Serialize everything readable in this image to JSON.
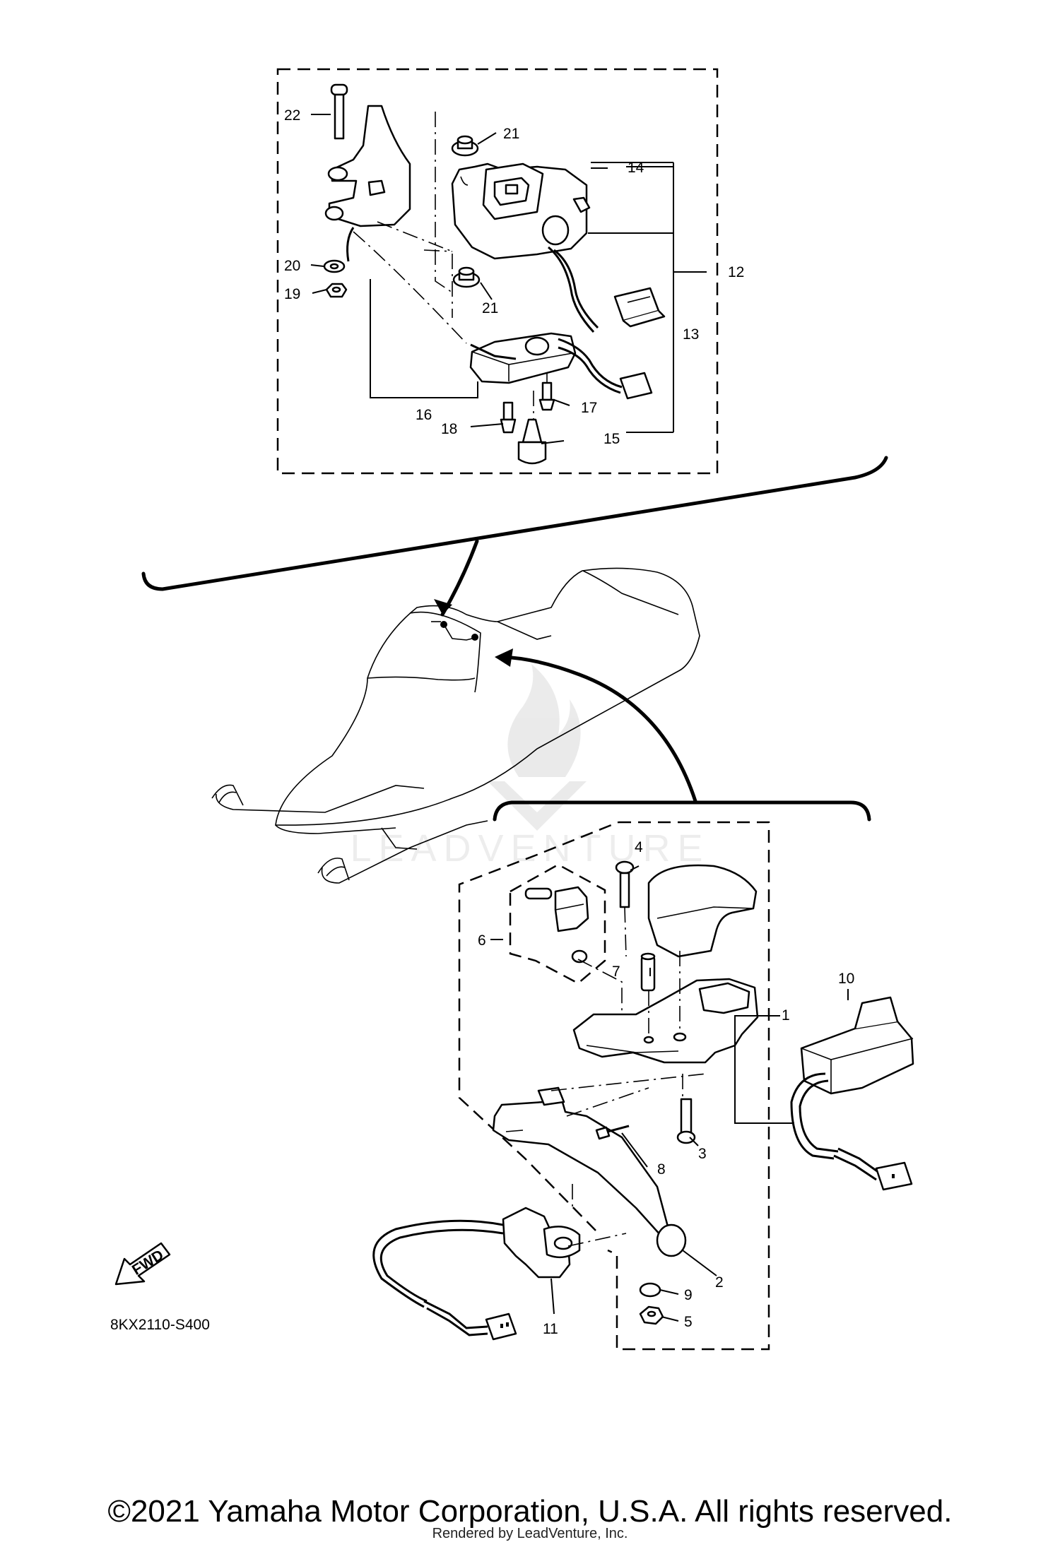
{
  "diagram": {
    "callouts": [
      {
        "id": "c1",
        "text": "1"
      },
      {
        "id": "c2",
        "text": "2"
      },
      {
        "id": "c3",
        "text": "3"
      },
      {
        "id": "c4",
        "text": "4"
      },
      {
        "id": "c5",
        "text": "5"
      },
      {
        "id": "c6",
        "text": "6"
      },
      {
        "id": "c7",
        "text": "7"
      },
      {
        "id": "c8",
        "text": "8"
      },
      {
        "id": "c9",
        "text": "9"
      },
      {
        "id": "c10",
        "text": "10"
      },
      {
        "id": "c11",
        "text": "11"
      },
      {
        "id": "c12",
        "text": "12"
      },
      {
        "id": "c13",
        "text": "13"
      },
      {
        "id": "c14",
        "text": "14"
      },
      {
        "id": "c15",
        "text": "15"
      },
      {
        "id": "c16",
        "text": "16"
      },
      {
        "id": "c17",
        "text": "17"
      },
      {
        "id": "c18",
        "text": "18"
      },
      {
        "id": "c19",
        "text": "19"
      },
      {
        "id": "c20",
        "text": "20"
      },
      {
        "id": "c21a",
        "text": "21"
      },
      {
        "id": "c21b",
        "text": "21"
      },
      {
        "id": "c22",
        "text": "22"
      }
    ],
    "fwd_label": "FWD",
    "diagram_code": "8KX2110-S400"
  },
  "watermark": {
    "text": "LEADVENTURE"
  },
  "footer": {
    "copyright": "©2021 Yamaha Motor Corporation, U.S.A. All rights reserved.",
    "rendered_by": "Rendered by LeadVenture, Inc."
  }
}
